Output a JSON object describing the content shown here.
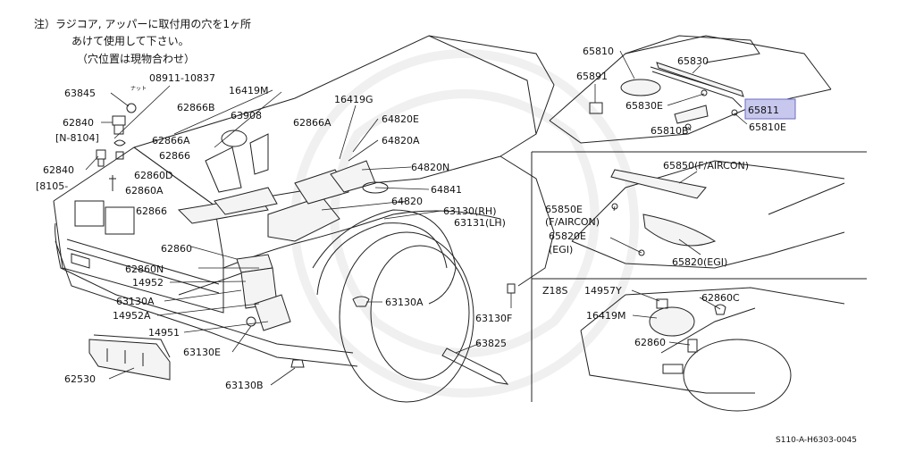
{
  "note": {
    "line1": "注）ラジコア, アッパーに取付用の穴を1ヶ所",
    "line2": "あけて使用して下さい。",
    "line3": "（穴位置は現物合わせ）",
    "nut_label": "ナット"
  },
  "highlight_color": "#c8c8ee",
  "labels": {
    "p08911": "08911-10837",
    "p63845": "63845",
    "p62840a": "62840",
    "pN8104": "[N-8104]",
    "p62840b": "62840",
    "p8105": "[8105-",
    "p62866B": "62866B",
    "p63908": "63908",
    "p16419M": "16419M",
    "p16419G": "16419G",
    "p62866A_top": "62866A",
    "p64820E": "64820E",
    "p64820A": "64820A",
    "p62866A_left": "62866A",
    "p62866_a": "62866",
    "p62860D": "62860D",
    "p62860A": "62860A",
    "p62866_b": "62866",
    "p64820N": "64820N",
    "p64841": "64841",
    "p64820": "64820",
    "p63130RH": "63130(RH)",
    "p63131LH": "63131(LH)",
    "p62860": "62860",
    "p62860N": "62860N",
    "p14952": "14952",
    "p63130A_left": "63130A",
    "p14952A": "14952A",
    "p14951": "14951",
    "p63130E": "63130E",
    "p63130A_right": "63130A",
    "p63130F": "63130F",
    "p63825": "63825",
    "p62530": "62530",
    "p63130B": "63130B",
    "p65810": "65810",
    "p65891": "65891",
    "p65830": "65830",
    "p65830E": "65830E",
    "p65811": "65811",
    "p65810B": "65810B",
    "p65810E": "65810E",
    "p65850": "65850(F/AIRCON)",
    "p65850E": "65850E",
    "pFAIRCON": "(F/AIRCON)",
    "p65820E": "65820E",
    "pEGI1": "(EGI)",
    "p65820": "65820(EGI)",
    "pZ18S": "Z18S",
    "p14957Y": "14957Y",
    "p62860C": "62860C",
    "p16419M_b": "16419M",
    "p62860_b": "62860"
  },
  "footer": {
    "code": "S110-A-H6303-0045"
  }
}
